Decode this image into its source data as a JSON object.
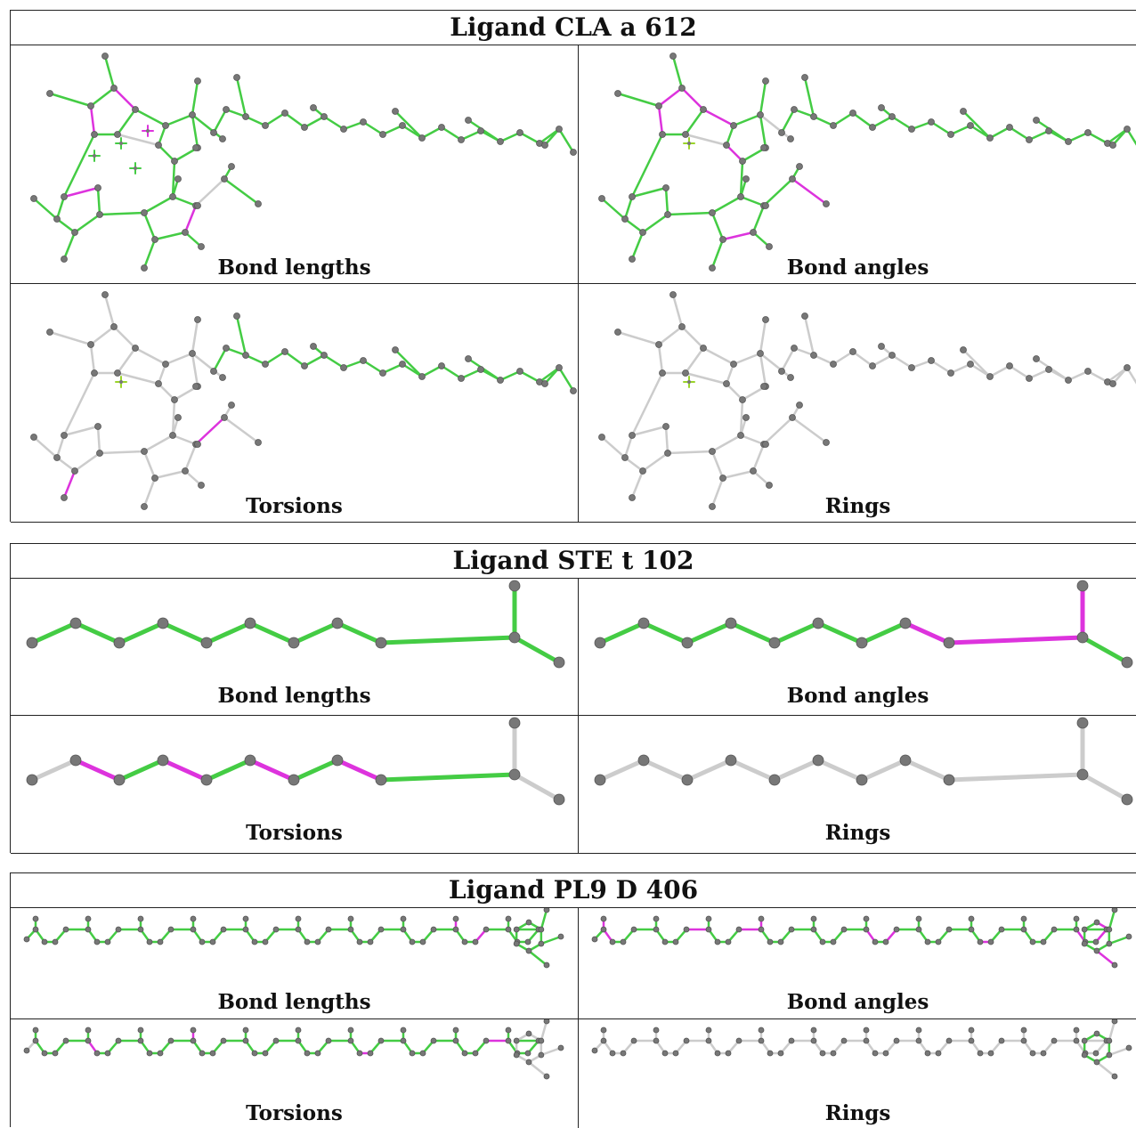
{
  "ligands": [
    {
      "title": "Ligand CLA a 612",
      "panels": [
        "Bond lengths",
        "Bond angles",
        "Torsions",
        "Rings"
      ]
    },
    {
      "title": "Ligand STE t 102",
      "panels": [
        "Bond lengths",
        "Bond angles",
        "Torsions",
        "Rings"
      ]
    },
    {
      "title": "Ligand PL9 D 406",
      "panels": [
        "Bond lengths",
        "Bond angles",
        "Torsions",
        "Rings"
      ]
    }
  ],
  "colors": {
    "ok_bond": "#44cc44",
    "outlier_bond": "#dd33dd",
    "unchecked_bond": "#cccccc",
    "atom": "#777777",
    "border": "#222222"
  }
}
